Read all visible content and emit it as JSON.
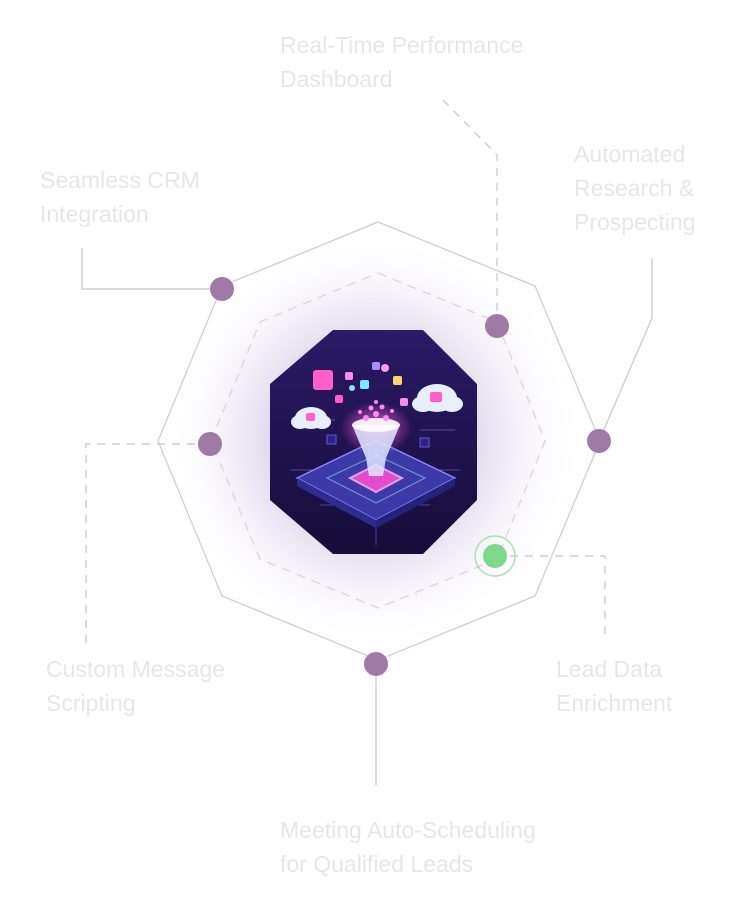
{
  "nodes": [
    {
      "id": "dashboard",
      "lines": [
        "Real-Time Performance",
        "Dashboard"
      ],
      "status": "inactive"
    },
    {
      "id": "crm",
      "lines": [
        "Seamless CRM",
        "Integration"
      ],
      "status": "inactive"
    },
    {
      "id": "research",
      "lines": [
        "Automated",
        "Research &",
        "Prospecting"
      ],
      "status": "inactive"
    },
    {
      "id": "scripting",
      "lines": [
        "Custom Message",
        "Scripting"
      ],
      "status": "inactive"
    },
    {
      "id": "enrichment",
      "lines": [
        "Lead Data",
        "Enrichment"
      ],
      "status": "active"
    },
    {
      "id": "meeting",
      "lines": [
        "Meeting Auto-Scheduling",
        "for Qualified Leads"
      ],
      "status": "inactive"
    }
  ],
  "colors": {
    "dot": "#a07aa6",
    "active_dot": "#7fd98a",
    "outline": "#d8c8dc",
    "label": "#e6e6e6",
    "center_bg": "#2a1a5e",
    "accent_pink": "#ff4fd8",
    "accent_cyan": "#7fe7ff"
  },
  "center_icon": "ai-funnel-chip-illustration"
}
